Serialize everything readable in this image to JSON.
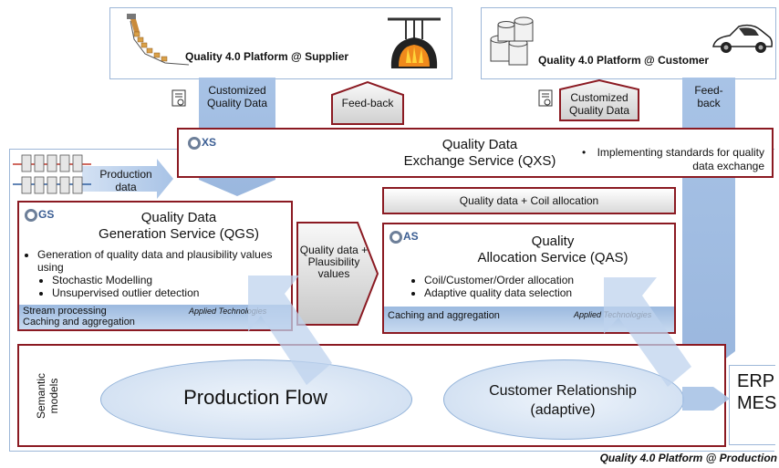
{
  "supplier": {
    "label": "Quality 4.0 Platform @ Supplier"
  },
  "customer": {
    "label": "Quality 4.0 Platform @ Customer"
  },
  "flows": {
    "customized_left": "Customized Quality Data",
    "feedback_left": "Feed-back",
    "customized_right": "Customized Quality Data",
    "feedback_right": "Feed-back",
    "production_data": "Production data"
  },
  "qxs": {
    "logo": "XS",
    "title_line1": "Quality Data",
    "title_line2": "Exchange Service (QXS)",
    "bullet": "Implementing standards for quality data exchange"
  },
  "coil_banner": "Quality data + Coil allocation",
  "qgs": {
    "logo": "GS",
    "title_line1": "Quality Data",
    "title_line2": "Generation Service (QGS)",
    "bullet_main": "Generation of quality data and plausibility values using",
    "sub1": "Stochastic Modelling",
    "sub2": "Unsupervised outlier detection",
    "tech1": "Stream processing",
    "tech2": "Caching and aggregation",
    "tech_label": "Applied Technologies"
  },
  "middle_arrow": "Quality data + Plausibility values",
  "qas": {
    "logo": "AS",
    "title_line1": "Quality",
    "title_line2": "Allocation Service (QAS)",
    "bullet1": "Coil/Customer/Order allocation",
    "bullet2": "Adaptive quality data selection",
    "tech1": "Caching and aggregation",
    "tech_label": "Applied Technologies"
  },
  "semantic": {
    "side_label": "Semantic models",
    "production_flow": "Production Flow",
    "customer_rel_line1": "Customer Relationship",
    "customer_rel_line2": "(adaptive)"
  },
  "erp": {
    "line1": "ERP",
    "line2": "MES"
  },
  "footer": "Quality 4.0 Platform @ Production"
}
